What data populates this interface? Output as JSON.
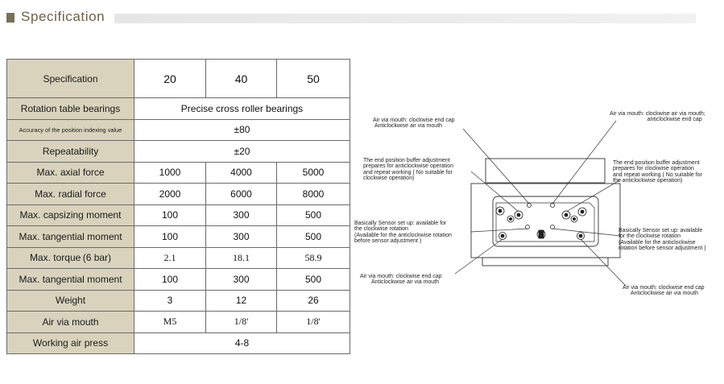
{
  "header": {
    "title": "Specification"
  },
  "table": {
    "head_label": "Specification",
    "models": [
      "20",
      "40",
      "50"
    ],
    "rows": [
      {
        "label": "Rotation table bearings",
        "merged": "Precise cross roller bearings"
      },
      {
        "label": "Accuracy of the position indexing value",
        "merged": "±80"
      },
      {
        "label": "Repeatability",
        "merged": "±20"
      },
      {
        "label": "Max. axial force",
        "values": [
          "1000",
          "4000",
          "5000"
        ]
      },
      {
        "label": "Max. radial force",
        "values": [
          "2000",
          "6000",
          "8000"
        ]
      },
      {
        "label": "Max. capsizing moment",
        "values": [
          "100",
          "300",
          "500"
        ]
      },
      {
        "label": "Max. tangential moment",
        "values": [
          "100",
          "300",
          "500"
        ]
      },
      {
        "label": "Max. torque (6 bar)",
        "values": [
          "2.1",
          "18.1",
          "58.9"
        ]
      },
      {
        "label": "Max. tangential moment",
        "values": [
          "100",
          "300",
          "500"
        ]
      },
      {
        "label": "Weight",
        "values": [
          "3",
          "12",
          "26"
        ]
      },
      {
        "label": "Air via mouth",
        "values": [
          "M5",
          "1/8'",
          "1/8'"
        ]
      },
      {
        "label": "Working air press",
        "merged": "4-8"
      }
    ]
  },
  "diagram": {
    "top_left": [
      "Air via mouth: clockwise end cap",
      "Anticlockwise air via mouth"
    ],
    "top_right": [
      "Air via mouth: clockwise air via mouth;",
      "anticlockwise end cap"
    ],
    "mid_left": [
      "The end position buffer adjustment",
      "prepares for anticlockwise operation",
      "and repeat working ( No suitable for",
      "clockwise operation)"
    ],
    "mid_right": [
      "The end position buffer adjustment",
      "prepares for clockwise operation",
      "and repeat working ( No suitable for",
      "the anticlockwise operation)"
    ],
    "sensor_left": [
      "Basically Sensor set up:  available for",
      "the clockwise rotation",
      "(Available for the anticlockwise rotation",
      "before sensor adjustment )"
    ],
    "sensor_right": [
      "Basically Sensor set up:  available",
      "for the clockwise rotation",
      "(Available for the anticlockwise",
      "rotation before sensor adjustment )"
    ],
    "bottom_left": [
      "Air via mouth: clockwise end cap",
      "Anticlockwise air via mouth"
    ],
    "bottom_right": [
      "Air via mouth: clockwise end cap",
      "Anticlockwise air via mouth"
    ]
  }
}
